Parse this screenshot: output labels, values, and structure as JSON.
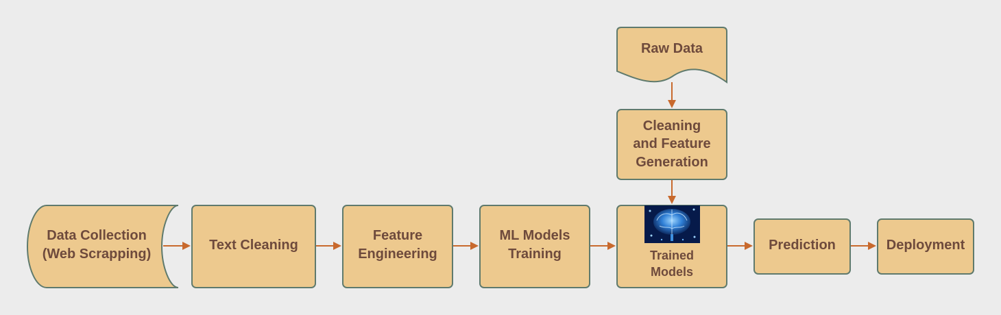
{
  "colors": {
    "background": "#ececec",
    "node_fill": "#edc98e",
    "node_stroke": "#5f7a6d",
    "text": "#6e4a3c",
    "arrow": "#c8692d"
  },
  "nodes": {
    "raw_data": {
      "lines": [
        "Raw Data"
      ],
      "shape": "document"
    },
    "cleaning_feature_generation": {
      "lines": [
        "Cleaning",
        "and Feature",
        "Generation"
      ],
      "shape": "rounded-rect"
    },
    "data_collection": {
      "lines": [
        "Data Collection",
        "(Web Scrapping)"
      ],
      "shape": "stored-data"
    },
    "text_cleaning": {
      "lines": [
        "Text Cleaning"
      ],
      "shape": "rounded-rect"
    },
    "feature_engineering": {
      "lines": [
        "Feature",
        "Engineering"
      ],
      "shape": "rounded-rect"
    },
    "ml_models_training": {
      "lines": [
        "ML Models",
        "Training"
      ],
      "shape": "rounded-rect"
    },
    "trained_models": {
      "lines": [
        "Trained",
        "Models"
      ],
      "shape": "rounded-rect",
      "icon": "brain-icon"
    },
    "prediction": {
      "lines": [
        "Prediction"
      ],
      "shape": "rounded-rect"
    },
    "deployment": {
      "lines": [
        "Deployment"
      ],
      "shape": "rounded-rect"
    }
  },
  "edges": [
    {
      "from": "raw_data",
      "to": "cleaning_feature_generation"
    },
    {
      "from": "cleaning_feature_generation",
      "to": "trained_models"
    },
    {
      "from": "data_collection",
      "to": "text_cleaning"
    },
    {
      "from": "text_cleaning",
      "to": "feature_engineering"
    },
    {
      "from": "feature_engineering",
      "to": "ml_models_training"
    },
    {
      "from": "ml_models_training",
      "to": "trained_models"
    },
    {
      "from": "trained_models",
      "to": "prediction"
    },
    {
      "from": "prediction",
      "to": "deployment"
    }
  ]
}
